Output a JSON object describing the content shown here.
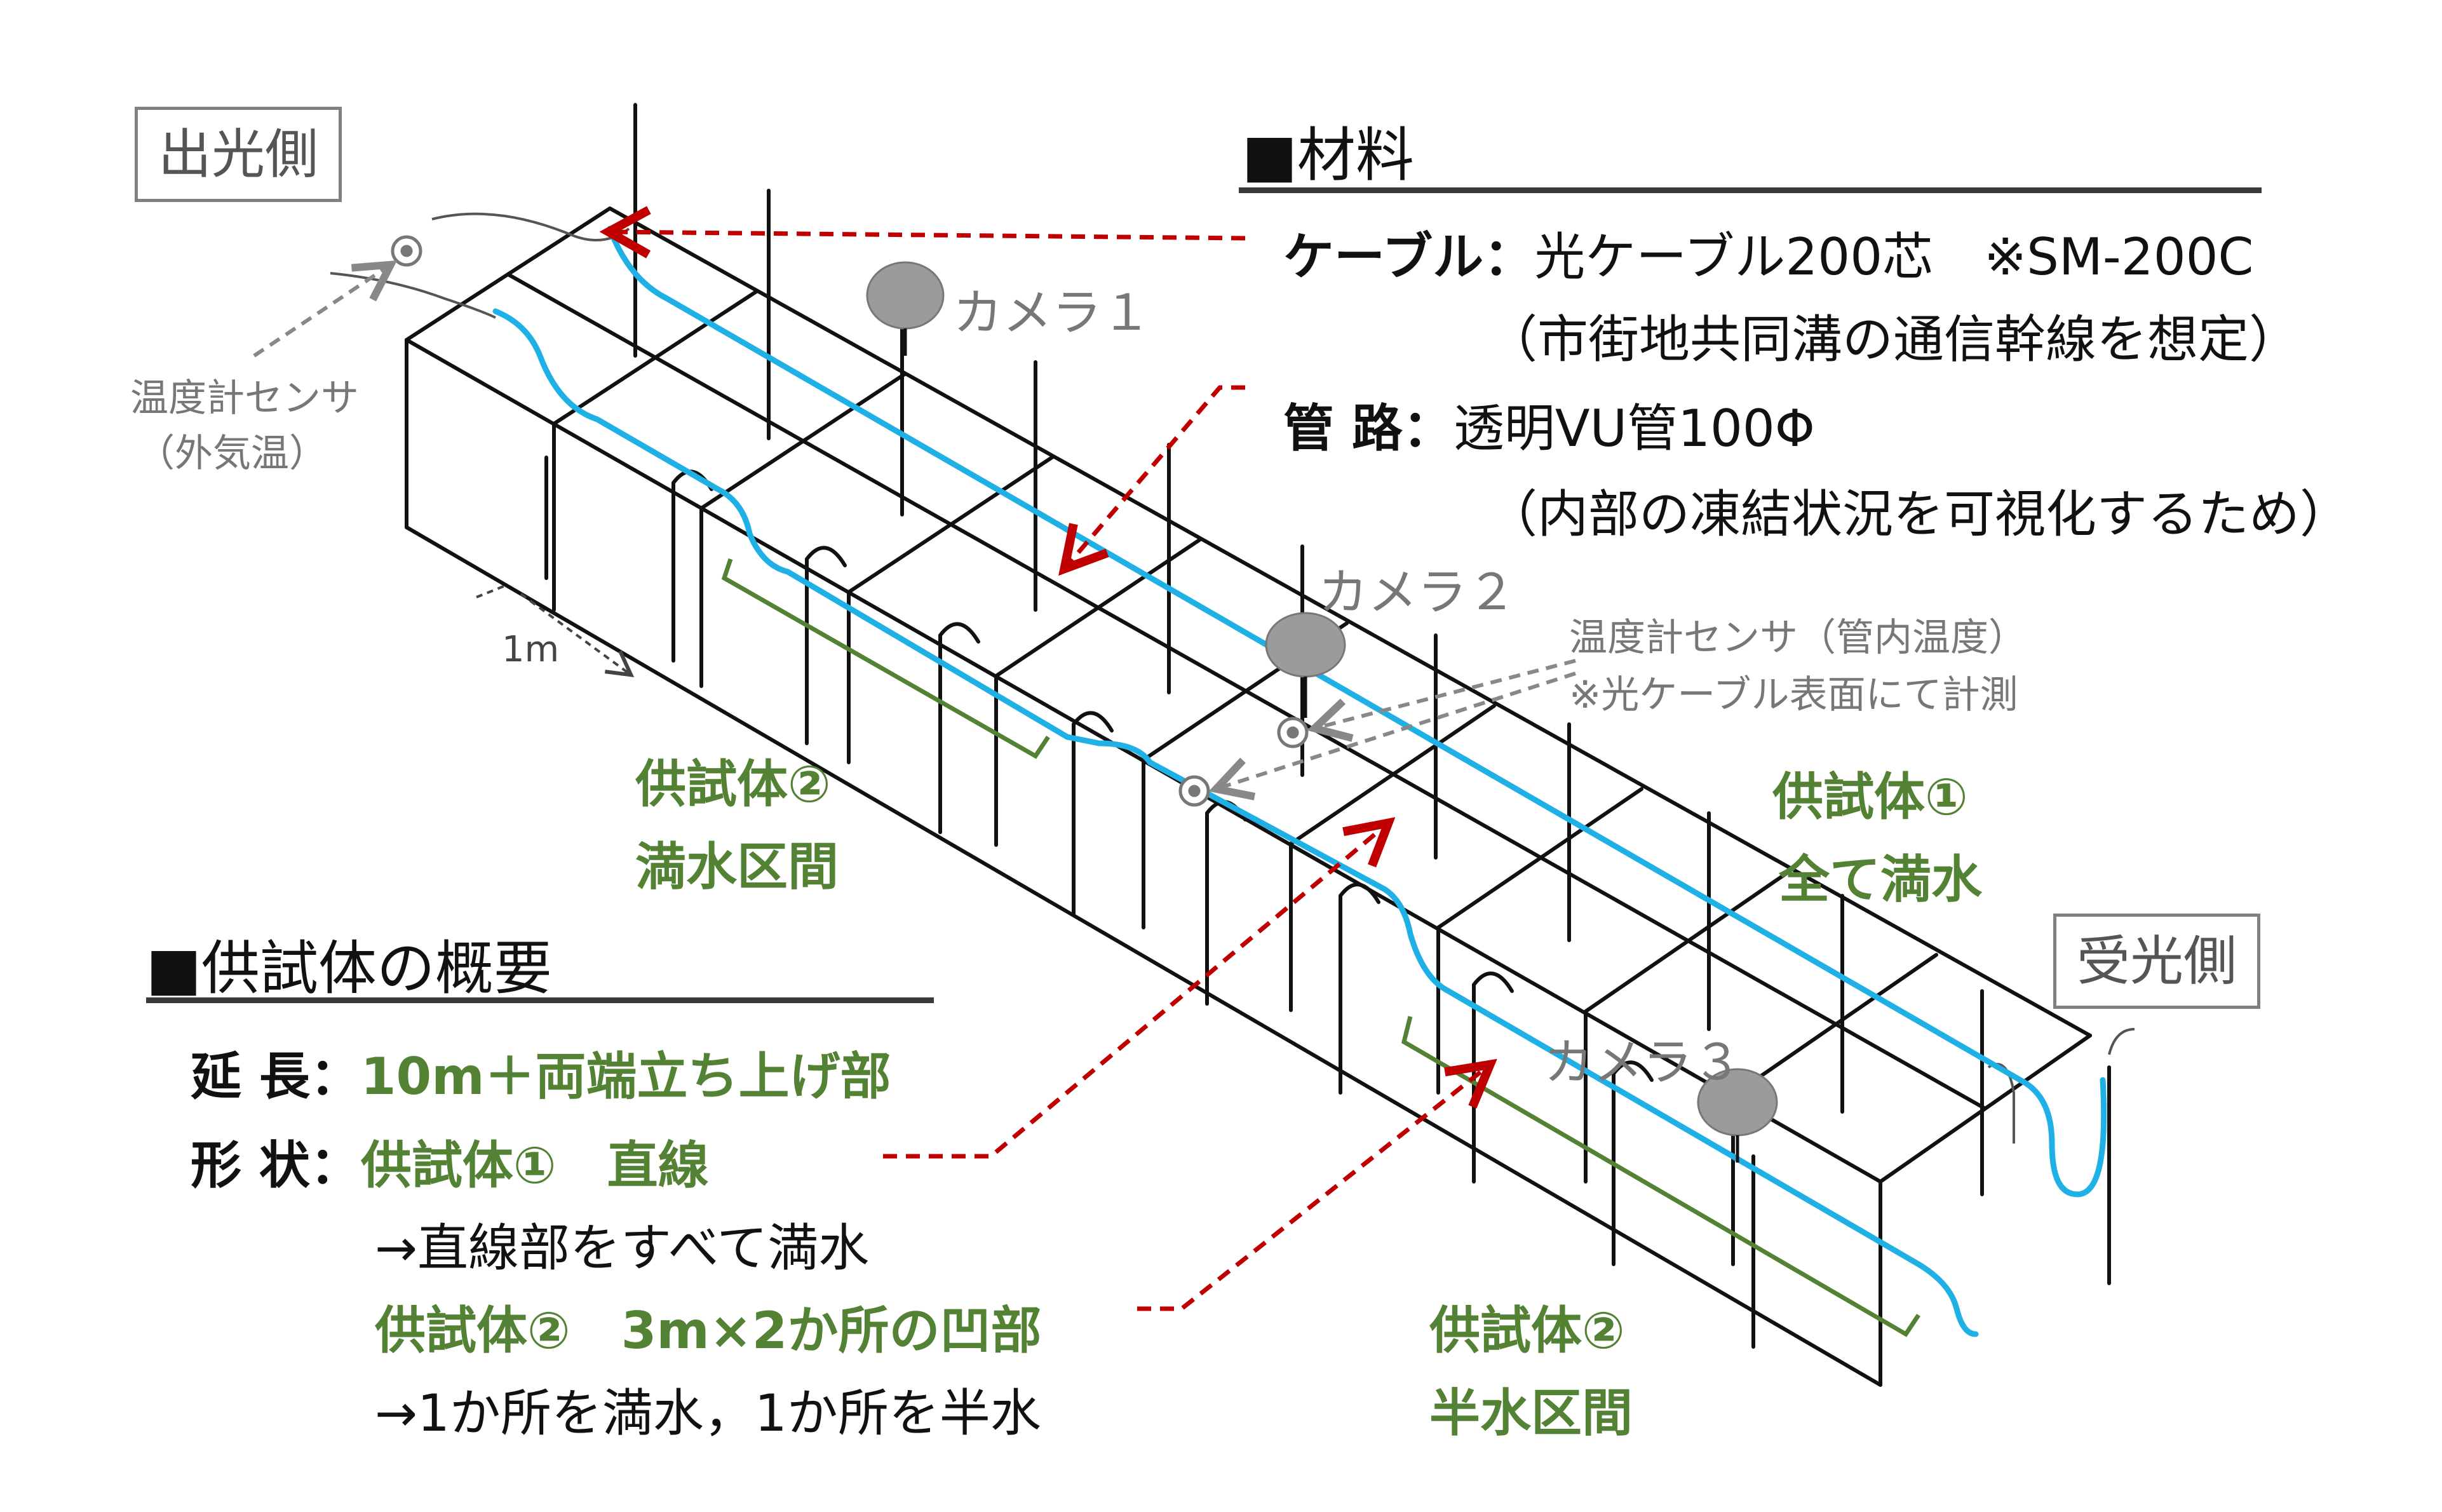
{
  "labels": {
    "emit_side": "出光側",
    "receive_side": "受光側",
    "camera1": "カメラ１",
    "camera2": "カメラ２",
    "camera3": "カメラ３",
    "temp_sensor_outside_1": "温度計センサ",
    "temp_sensor_outside_2": "（外気温）",
    "temp_sensor_pipe_1": "温度計センサ（管内温度）",
    "temp_sensor_pipe_2": "※光ケーブル表面にて計測",
    "dimension": "1m",
    "spec2_full_1": "供試体②",
    "spec2_full_2": "満水区間",
    "spec1_1": "供試体①",
    "spec1_2": "全て満水",
    "spec2_half_1": "供試体②",
    "spec2_half_2": "半水区間"
  },
  "materials": {
    "heading": "■材料",
    "cable_key": "ケーブル：",
    "cable_value": "光ケーブル200芯　※SM-200C",
    "cable_note": "（市街地共同溝の通信幹線を想定）",
    "pipe_key": "管 路：",
    "pipe_value": "透明VU管100Φ",
    "pipe_note": "（内部の凍結状況を可視化するため）"
  },
  "overview": {
    "heading": "■供試体の概要",
    "length_key": "延 長：",
    "length_value": "10m＋両端立ち上げ部",
    "shape_key": "形 状：",
    "shape_value1": "供試体①　直線",
    "shape_note1": "→直線部をすべて満水",
    "shape_value2": "供試体②　3m×2か所の凹部",
    "shape_note2": "→1か所を満水，1か所を半水"
  },
  "colors": {
    "cable": "#1fb0e6",
    "frame": "#111111",
    "arrow": "#c00000",
    "specimen": "#548235",
    "camera": "#999999"
  }
}
